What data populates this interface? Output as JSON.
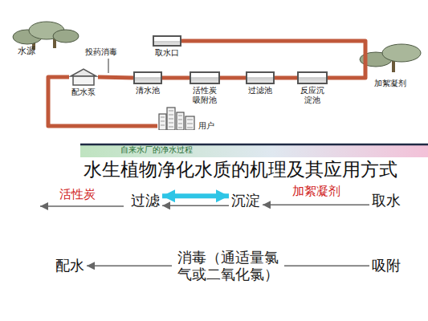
{
  "diagram": {
    "title": "水生植物净化水质的机理及其应用方式",
    "nodes": [
      {
        "text": [
          "水源"
        ]
      },
      {
        "text": [
          "取水口"
        ]
      },
      {
        "text": [
          "反应沉淀池"
        ]
      },
      {
        "text": [
          "过滤池"
        ]
      },
      {
        "text": [
          "活性炭吸附池"
        ]
      },
      {
        "text": [
          "清水池"
        ]
      },
      {
        "text": [
          "配水泵"
        ]
      },
      {
        "text": [
          "用户"
        ]
      },
      {
        "text": [
          "取水"
        ]
      },
      {
        "text": [
          "沉淀"
        ]
      },
      {
        "text": [
          "过滤"
        ]
      },
      {
        "text": [
          "吸附"
        ]
      },
      {
        "text": [
          "配水"
        ]
      }
    ],
    "edges": [
      {
        "from": 1,
        "to": 2,
        "arrow": "none"
      },
      {
        "from": 2,
        "to": 3,
        "arrow": "none"
      },
      {
        "from": 3,
        "to": 4,
        "arrow": "none"
      },
      {
        "from": 4,
        "to": 5,
        "arrow": "none"
      },
      {
        "from": 5,
        "to": 6,
        "arrow": "none"
      },
      {
        "from": 6,
        "to": 7,
        "arrow": "none"
      },
      {
        "from": 8,
        "to": 9,
        "label": "加絮凝剂",
        "arrow": "to"
      },
      {
        "from": 9,
        "to": 10,
        "arrow": "to"
      },
      {
        "from": 9,
        "to": 10,
        "arrow": "both"
      },
      {
        "from": 11,
        "to": 12,
        "label": "消毒（通适量氯气或二氧化氯）",
        "arrow": "to"
      }
    ],
    "labels": [
      "投药消毒",
      "加絮凝剂",
      "活性炭",
      "自来水厂的净水过程"
    ]
  }
}
